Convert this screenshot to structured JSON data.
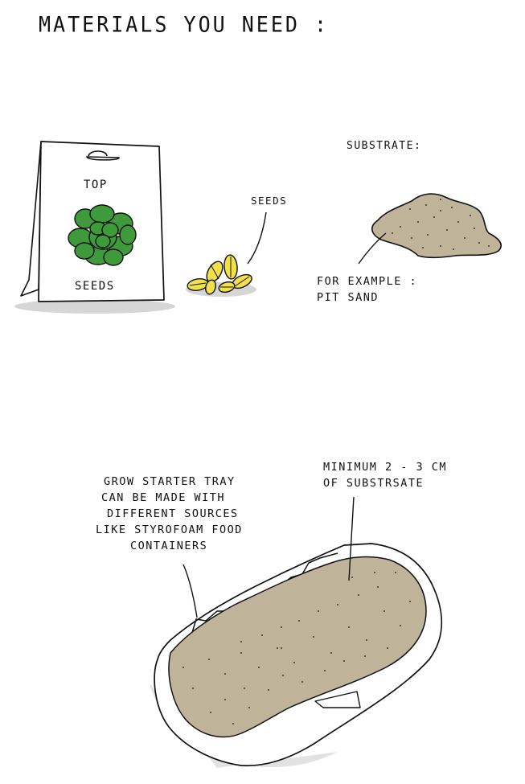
{
  "title": "MATERIALS YOU NEED :",
  "packet": {
    "top_text": "TOP",
    "bottom_text": "SEEDS"
  },
  "labels": {
    "seeds": "SEEDS",
    "substrate": "SUBSTRATE:",
    "example_line1": "FOR EXAMPLE :",
    "example_line2": "PIT SAND",
    "tray_line1": "GROW STARTER TRAY",
    "tray_line2": "CAN BE MADE WITH",
    "tray_line3": "DIFFERENT SOURCES",
    "tray_line4": "LIKE STYROFOAM FOOD",
    "tray_line5": "CONTAINERS",
    "minimum_line1": "MINIMUM 2 - 3 CM",
    "minimum_line2": "OF SUBSTRSATE"
  },
  "colors": {
    "leaf_green": "#3e9a3a",
    "seed_yellow": "#f1e04a",
    "sand": "#bfb39a",
    "shadow": "#d6d6d6"
  }
}
